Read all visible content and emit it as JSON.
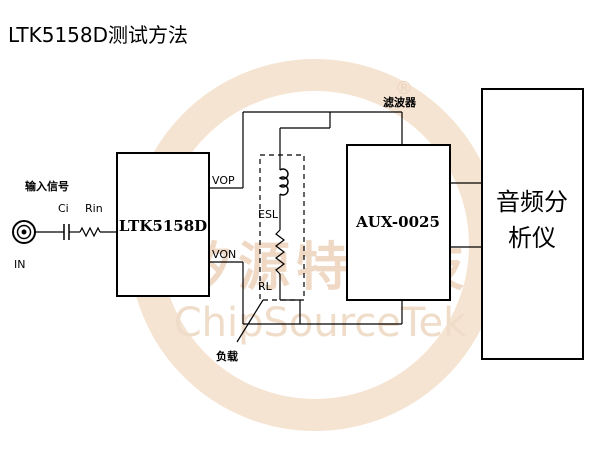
{
  "title": "LTK5158D测试方法",
  "labels": {
    "input_signal": "输入信号",
    "in": "IN",
    "ci": "Ci",
    "rin": "Rin",
    "amp_chip": "LTK5158D",
    "vop": "VOP",
    "von": "VON",
    "esl": "ESL",
    "rl": "RL",
    "load": "负载",
    "filter": "滤波器",
    "aux_filter": "AUX-0025",
    "analyzer_line1": "音频分",
    "analyzer_line2": "析仪"
  },
  "watermark": {
    "cn": "矽源特科技",
    "en": "ChipSourceTek",
    "mark": "®"
  },
  "colors": {
    "line": "#000000",
    "watermark": "#f3dcc6"
  }
}
